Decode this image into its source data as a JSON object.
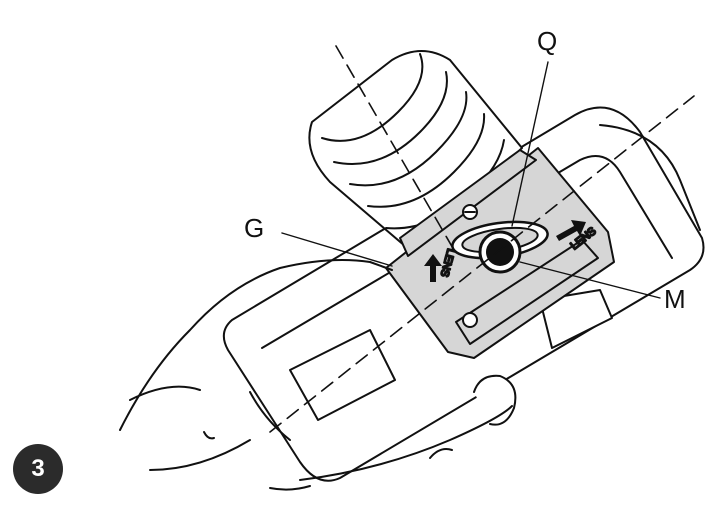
{
  "callouts": {
    "q": "Q",
    "g": "G",
    "m": "M"
  },
  "plate_marks": {
    "left": "LENS",
    "right": "LENS"
  },
  "step": {
    "number": "3"
  },
  "colors": {
    "line": "#111111",
    "plate_fill": "#d6d6d6",
    "badge": "#2b2b2b",
    "background": "#ffffff"
  }
}
